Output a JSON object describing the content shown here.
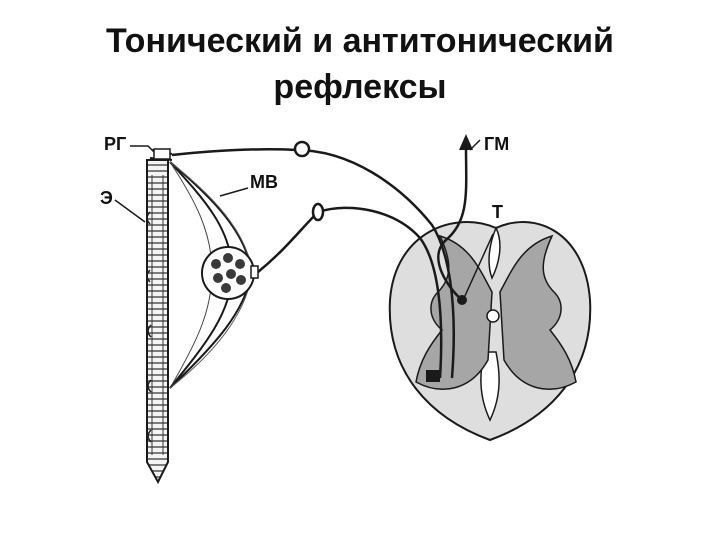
{
  "title": {
    "line1": "Тонический и антитонический",
    "line2": "рефлексы"
  },
  "diagram": {
    "labels": {
      "rg": "РГ",
      "e": "Э",
      "mv": "МВ",
      "gm": "ГМ",
      "t": "Т"
    }
  },
  "colors": {
    "line": "#1a1a1a",
    "gray_matter": "#a6a6a6",
    "white_matter": "#dedede"
  }
}
